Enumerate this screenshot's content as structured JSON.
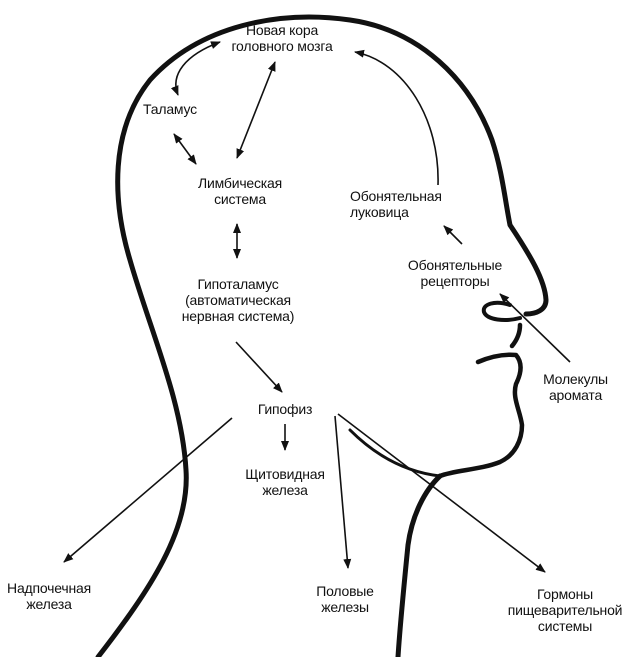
{
  "diagram": {
    "line_color": "#111111",
    "background_color": "#ffffff",
    "labels": {
      "neocortex": [
        "Новая кора",
        "головного мозга"
      ],
      "thalamus": [
        "Таламус"
      ],
      "limbic_system": [
        "Лимбическая",
        "система"
      ],
      "hypothalamus": [
        "Гипоталамус",
        "(автоматическая",
        "нервная система)"
      ],
      "pituitary": [
        "Гипофиз"
      ],
      "thyroid": [
        "Щитовидная",
        "железа"
      ],
      "adrenal": [
        "Надпочечная",
        "железа"
      ],
      "gonads": [
        "Половые",
        "железы"
      ],
      "digestive_hormones": [
        "Гормоны",
        "пищеварительной",
        "системы"
      ],
      "olfactory_bulb": [
        "Обонятельная",
        "луковица"
      ],
      "olfactory_receptors": [
        "Обонятельные",
        "рецепторы"
      ],
      "aroma_molecules": [
        "Молекулы",
        "аромата"
      ]
    }
  }
}
